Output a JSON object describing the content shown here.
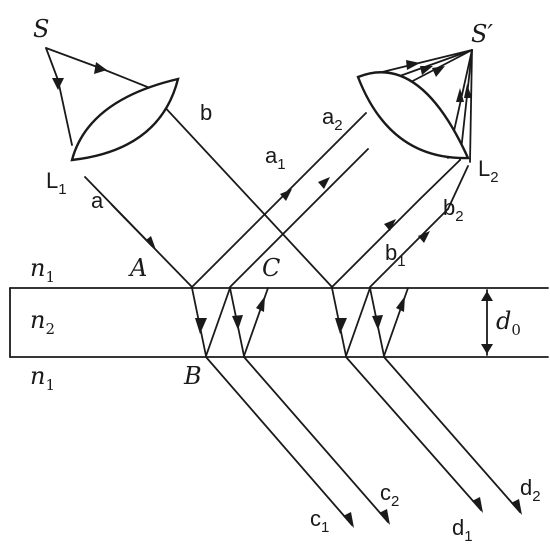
{
  "diagram": {
    "labels": {
      "S": "S",
      "S_prime": "S′",
      "L1_main": "L",
      "L1_sub": "1",
      "L2_main": "L",
      "L2_sub": "2",
      "a": "a",
      "b": "b",
      "a1_main": "a",
      "a1_sub": "1",
      "a2_main": "a",
      "a2_sub": "2",
      "b1_main": "b",
      "b1_sub": "1",
      "b2_main": "b",
      "b2_sub": "2",
      "A": "A",
      "B": "B",
      "C": "C",
      "n1_top_main": "n",
      "n1_top_sub": "1",
      "n2_main": "n",
      "n2_sub": "2",
      "n1_bottom_main": "n",
      "n1_bottom_sub": "1",
      "d0_main": "d",
      "d0_sub": "0",
      "c1_main": "c",
      "c1_sub": "1",
      "c2_main": "c",
      "c2_sub": "2",
      "d1_main": "d",
      "d1_sub": "1",
      "d2_main": "d",
      "d2_sub": "2"
    },
    "colors": {
      "ink": "#1a1a1a",
      "background": "#ffffff"
    }
  }
}
